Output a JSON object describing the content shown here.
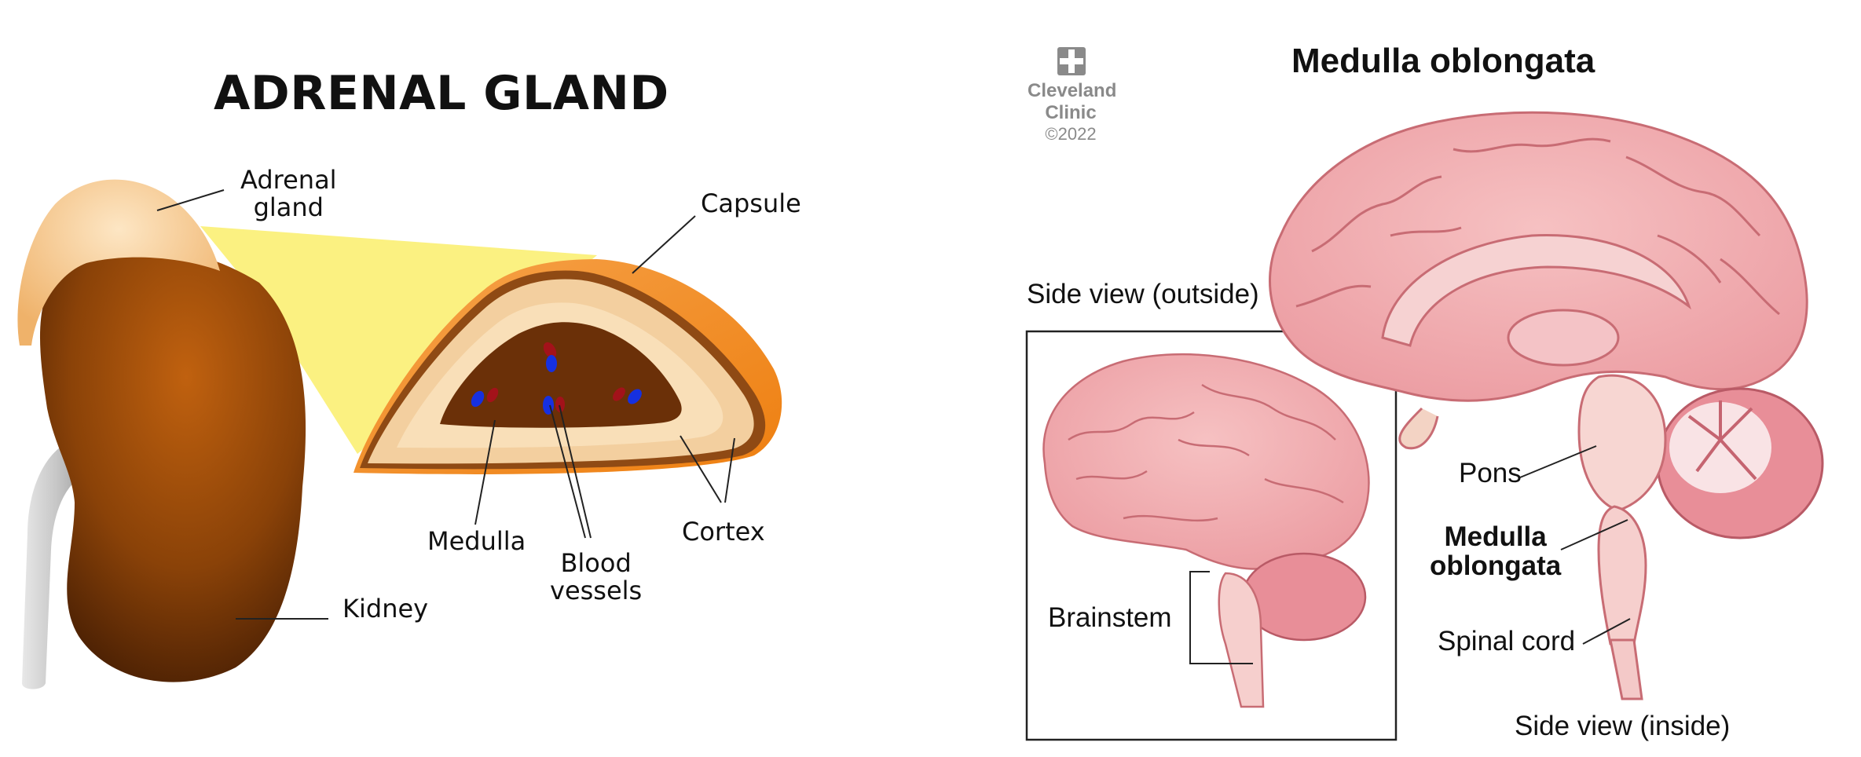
{
  "adrenal": {
    "title": "ADRENAL GLAND",
    "labels": {
      "adrenal_gland_1": "Adrenal",
      "adrenal_gland_2": "gland",
      "capsule": "Capsule",
      "medulla": "Medulla",
      "blood_vessels_1": "Blood",
      "blood_vessels_2": "vessels",
      "cortex": "Cortex",
      "kidney": "Kidney"
    }
  },
  "medulla_oblongata": {
    "title": "Medulla oblongata",
    "logo": {
      "line1": "Cleveland",
      "line2": "Clinic",
      "copyright": "©2022"
    },
    "labels": {
      "side_view_outside": "Side view (outside)",
      "brainstem": "Brainstem",
      "pons": "Pons",
      "medulla_1": "Medulla",
      "medulla_2": "oblongata",
      "spinal_cord": "Spinal cord",
      "side_view_inside": "Side view (inside)"
    }
  },
  "colors": {
    "kidney": "#9a4c0a",
    "capsule": "#f08c1e",
    "cortex_outer": "#f3cf9f",
    "medulla_fill": "#6b3008",
    "highlight_beam": "#fbf07a",
    "brain_pink": "#f2a9ad",
    "brain_outline": "#c86c74",
    "vessel_red": "#a3121a",
    "vessel_blue": "#1630e0"
  }
}
